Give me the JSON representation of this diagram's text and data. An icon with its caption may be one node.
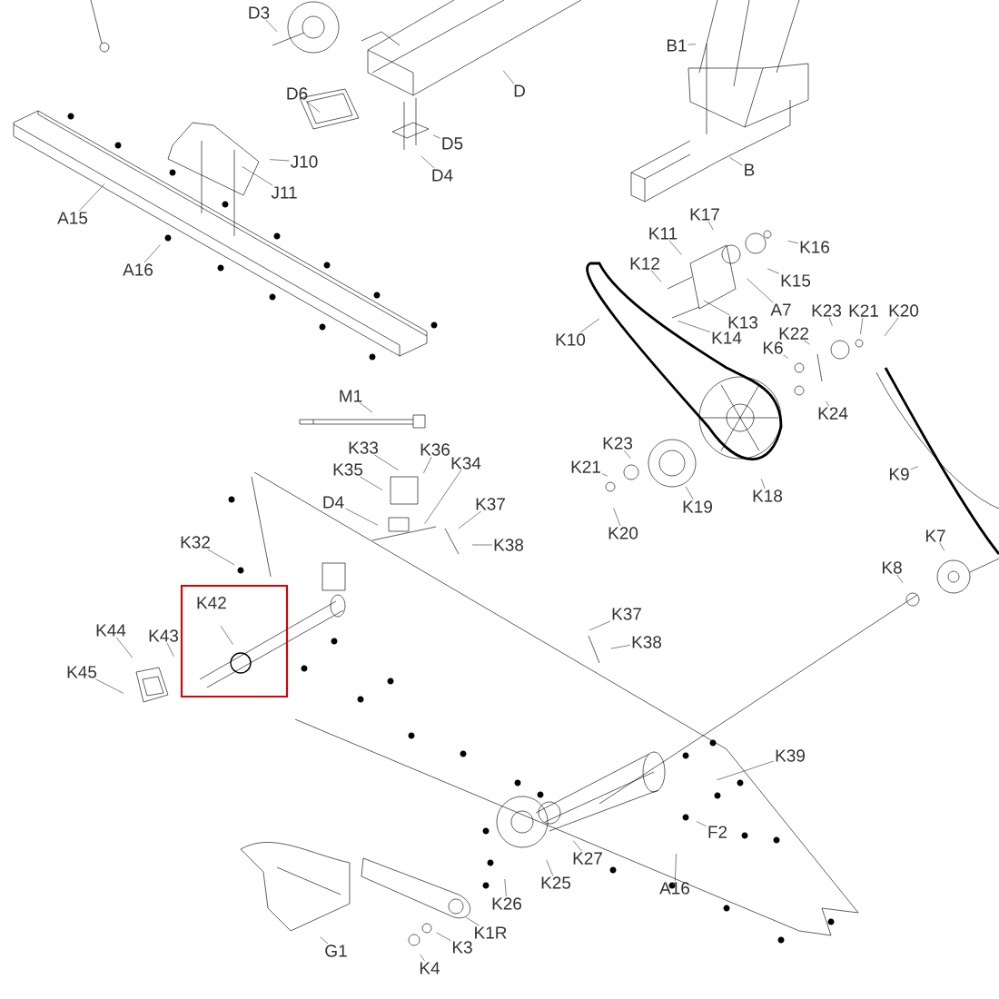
{
  "diagram": {
    "nodes": [
      {
        "text": [
          "D3"
        ]
      },
      {
        "text": [
          "B1"
        ]
      },
      {
        "text": [
          "D"
        ]
      },
      {
        "text": [
          "D6"
        ]
      },
      {
        "text": [
          "D5"
        ]
      },
      {
        "text": [
          "J10"
        ]
      },
      {
        "text": [
          "D4"
        ]
      },
      {
        "text": [
          "B"
        ]
      },
      {
        "text": [
          "J11"
        ]
      },
      {
        "text": [
          "A15"
        ]
      },
      {
        "text": [
          "K17"
        ]
      },
      {
        "text": [
          "K11"
        ]
      },
      {
        "text": [
          "K16"
        ]
      },
      {
        "text": [
          "A16"
        ]
      },
      {
        "text": [
          "K12"
        ]
      },
      {
        "text": [
          "K15"
        ]
      },
      {
        "text": [
          "A7"
        ]
      },
      {
        "text": [
          "K23"
        ]
      },
      {
        "text": [
          "K21"
        ]
      },
      {
        "text": [
          "K20"
        ]
      },
      {
        "text": [
          "K13"
        ]
      },
      {
        "text": [
          "K22"
        ]
      },
      {
        "text": [
          "K10"
        ]
      },
      {
        "text": [
          "K14"
        ]
      },
      {
        "text": [
          "K6"
        ]
      },
      {
        "text": [
          "K24"
        ]
      },
      {
        "text": [
          "M1"
        ]
      },
      {
        "text": [
          "K33"
        ]
      },
      {
        "text": [
          "K36"
        ]
      },
      {
        "text": [
          "K35"
        ]
      },
      {
        "text": [
          "K34"
        ]
      },
      {
        "text": [
          "D4"
        ]
      },
      {
        "text": [
          "K37"
        ]
      },
      {
        "text": [
          "K23"
        ]
      },
      {
        "text": [
          "K21"
        ]
      },
      {
        "text": [
          "K9"
        ]
      },
      {
        "text": [
          "K18"
        ]
      },
      {
        "text": [
          "K19"
        ]
      },
      {
        "text": [
          "K20"
        ]
      },
      {
        "text": [
          "K38"
        ]
      },
      {
        "text": [
          "K32"
        ]
      },
      {
        "text": [
          "K7"
        ]
      },
      {
        "text": [
          "K8"
        ]
      },
      {
        "text": [
          "K42"
        ]
      },
      {
        "text": [
          "K44"
        ]
      },
      {
        "text": [
          "K43"
        ]
      },
      {
        "text": [
          "K37"
        ]
      },
      {
        "text": [
          "K38"
        ]
      },
      {
        "text": [
          "K45"
        ]
      },
      {
        "text": [
          "K39"
        ]
      },
      {
        "text": [
          "F2"
        ]
      },
      {
        "text": [
          "K27"
        ]
      },
      {
        "text": [
          "K25"
        ]
      },
      {
        "text": [
          "K26"
        ]
      },
      {
        "text": [
          "A16"
        ]
      },
      {
        "text": [
          "K1R"
        ]
      },
      {
        "text": [
          "G1"
        ]
      },
      {
        "text": [
          "K3"
        ]
      },
      {
        "text": [
          "K4"
        ]
      }
    ],
    "edges": [
      {
        "from": 0,
        "to": null,
        "arrow": "none"
      },
      {
        "from": 1,
        "to": null,
        "arrow": "none"
      },
      {
        "from": 2,
        "to": null,
        "arrow": "none"
      },
      {
        "from": 3,
        "to": null,
        "arrow": "none"
      },
      {
        "from": 4,
        "to": null,
        "arrow": "none"
      },
      {
        "from": 5,
        "to": null,
        "arrow": "none"
      },
      {
        "from": 6,
        "to": null,
        "arrow": "none"
      },
      {
        "from": 7,
        "to": null,
        "arrow": "none"
      },
      {
        "from": 8,
        "to": null,
        "arrow": "none"
      },
      {
        "from": 9,
        "to": null,
        "arrow": "none"
      },
      {
        "from": 10,
        "to": null,
        "arrow": "none"
      },
      {
        "from": 11,
        "to": null,
        "arrow": "none"
      },
      {
        "from": 12,
        "to": null,
        "arrow": "none"
      },
      {
        "from": 13,
        "to": null,
        "arrow": "none"
      },
      {
        "from": 14,
        "to": null,
        "arrow": "none"
      },
      {
        "from": 15,
        "to": null,
        "arrow": "none"
      },
      {
        "from": 16,
        "to": null,
        "arrow": "none"
      },
      {
        "from": 17,
        "to": null,
        "arrow": "none"
      },
      {
        "from": 18,
        "to": null,
        "arrow": "none"
      },
      {
        "from": 19,
        "to": null,
        "arrow": "none"
      },
      {
        "from": 20,
        "to": null,
        "arrow": "none"
      },
      {
        "from": 21,
        "to": null,
        "arrow": "none"
      },
      {
        "from": 22,
        "to": null,
        "arrow": "none"
      },
      {
        "from": 23,
        "to": null,
        "arrow": "none"
      },
      {
        "from": 24,
        "to": null,
        "arrow": "none"
      },
      {
        "from": 25,
        "to": null,
        "arrow": "none"
      },
      {
        "from": 26,
        "to": null,
        "arrow": "none"
      },
      {
        "from": 27,
        "to": null,
        "arrow": "none"
      },
      {
        "from": 28,
        "to": null,
        "arrow": "none"
      },
      {
        "from": 29,
        "to": null,
        "arrow": "none"
      },
      {
        "from": 30,
        "to": null,
        "arrow": "none"
      },
      {
        "from": 31,
        "to": null,
        "arrow": "none"
      },
      {
        "from": 32,
        "to": null,
        "arrow": "none"
      },
      {
        "from": 33,
        "to": null,
        "arrow": "none"
      },
      {
        "from": 34,
        "to": null,
        "arrow": "none"
      },
      {
        "from": 35,
        "to": null,
        "arrow": "none"
      },
      {
        "from": 36,
        "to": null,
        "arrow": "none"
      },
      {
        "from": 37,
        "to": null,
        "arrow": "none"
      },
      {
        "from": 38,
        "to": null,
        "arrow": "none"
      },
      {
        "from": 39,
        "to": null,
        "arrow": "none"
      },
      {
        "from": 40,
        "to": null,
        "arrow": "none"
      },
      {
        "from": 41,
        "to": null,
        "arrow": "none"
      },
      {
        "from": 42,
        "to": null,
        "arrow": "none"
      },
      {
        "from": 43,
        "to": null,
        "arrow": "none"
      },
      {
        "from": 44,
        "to": null,
        "arrow": "none"
      },
      {
        "from": 45,
        "to": null,
        "arrow": "none"
      },
      {
        "from": 46,
        "to": null,
        "arrow": "none"
      },
      {
        "from": 47,
        "to": null,
        "arrow": "none"
      },
      {
        "from": 48,
        "to": null,
        "arrow": "none"
      },
      {
        "from": 49,
        "to": null,
        "arrow": "none"
      },
      {
        "from": 50,
        "to": null,
        "arrow": "none"
      },
      {
        "from": 51,
        "to": null,
        "arrow": "none"
      },
      {
        "from": 52,
        "to": null,
        "arrow": "none"
      },
      {
        "from": 53,
        "to": null,
        "arrow": "none"
      },
      {
        "from": 54,
        "to": null,
        "arrow": "none"
      },
      {
        "from": 55,
        "to": null,
        "arrow": "none"
      },
      {
        "from": 56,
        "to": null,
        "arrow": "none"
      },
      {
        "from": 57,
        "to": null,
        "arrow": "none"
      },
      {
        "from": 58,
        "to": null,
        "arrow": "none"
      }
    ]
  }
}
